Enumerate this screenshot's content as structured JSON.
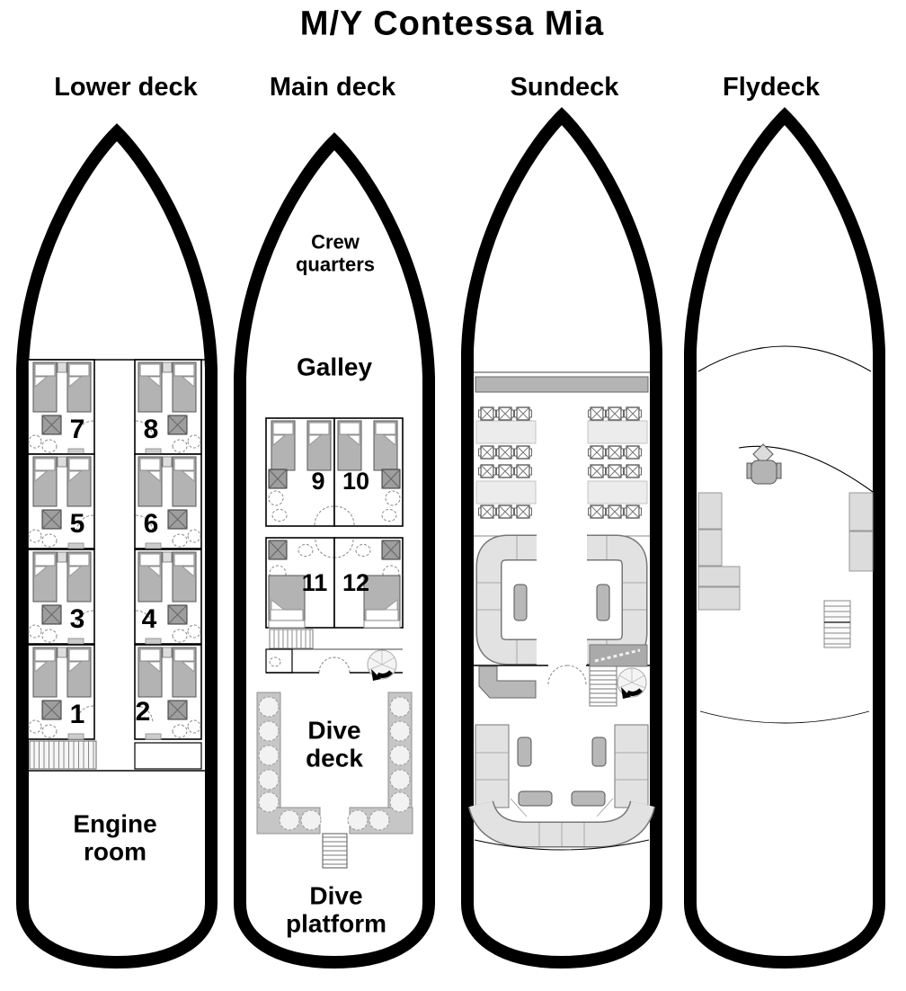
{
  "title": "M/Y Contessa Mia",
  "decks": {
    "lower": {
      "label": "Lower deck",
      "cabins": [
        "7",
        "8",
        "5",
        "6",
        "3",
        "4",
        "1",
        "2"
      ],
      "engine_room": "Engine room"
    },
    "main": {
      "label": "Main deck",
      "crew_quarters": "Crew quarters",
      "galley": "Galley",
      "cabins": [
        "9",
        "10",
        "11",
        "12"
      ],
      "dive_deck": "Dive deck",
      "dive_platform": "Dive platform"
    },
    "sundeck": {
      "label": "Sundeck"
    },
    "flydeck": {
      "label": "Flydeck"
    }
  },
  "colors": {
    "ink": "#000000",
    "furniture_gray": "#b3b3b3",
    "deck_band_gray": "#c6c6c6",
    "table_gray": "#b8b8b8",
    "sofa_gray": "#e2e2e2"
  }
}
